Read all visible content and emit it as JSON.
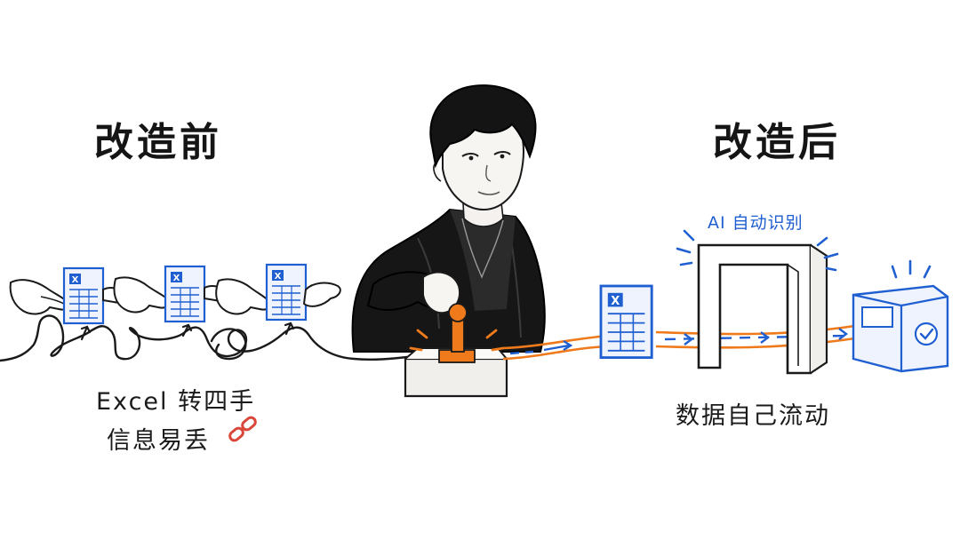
{
  "before": {
    "heading": "改造前",
    "caption_line1": "Excel 转四手",
    "caption_line2": "信息易丢",
    "broken_link_icon": "broken-link-icon"
  },
  "after": {
    "heading": "改造后",
    "gate_label": "AI 自动识别",
    "caption": "数据自己流动",
    "check_icon": "checkmark-icon"
  },
  "colors": {
    "ink": "#1a1a1a",
    "accent_blue": "#1f5fd1",
    "accent_orange": "#ee7a1c",
    "link_red": "#d9473a",
    "sheet_fill": "#eef3fd"
  }
}
